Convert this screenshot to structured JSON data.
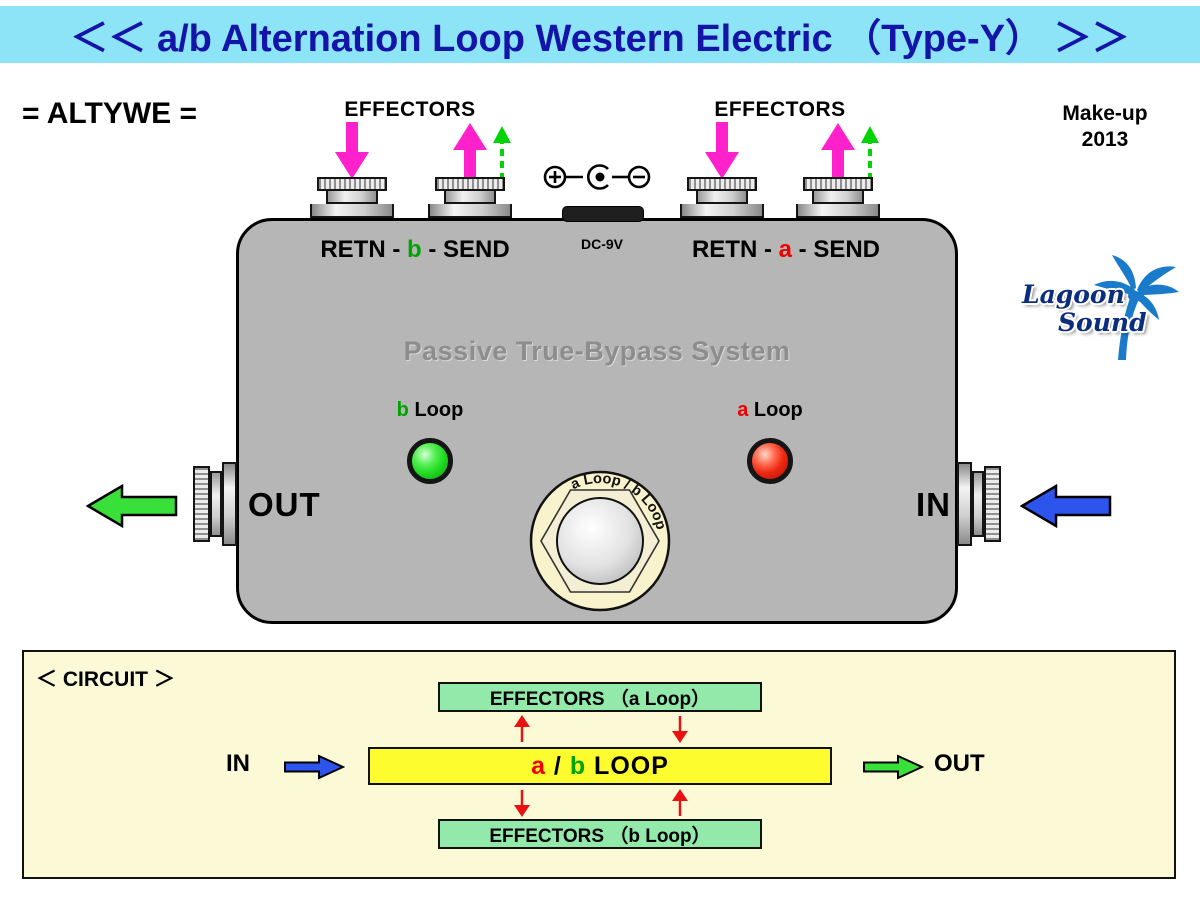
{
  "banner": {
    "title": "＜＜ a/b Alternation Loop Western Electric （Type-Y） ＞＞"
  },
  "header": {
    "model": "= ALTYWE =",
    "effectors_left": "EFFECTORS",
    "effectors_right": "EFFECTORS",
    "makeup_line1": "Make-up",
    "makeup_line2": "2013"
  },
  "pedal": {
    "dc_label": "DC-9V",
    "jack_left": {
      "pre": "RETN - ",
      "mid": "b",
      "post": " - SEND"
    },
    "jack_right": {
      "pre": "RETN - ",
      "mid": "a",
      "post": " - SEND"
    },
    "system_label": "Passive True-Bypass System",
    "led_b": {
      "letter": "b",
      "rest": " Loop"
    },
    "led_a": {
      "letter": "a",
      "rest": " Loop"
    },
    "footswitch_label": "a Loop / b Loop",
    "out_label": "OUT",
    "in_label": "IN"
  },
  "logo": {
    "line1": "Lagoon",
    "line2": "Sound"
  },
  "circuit": {
    "title": "＜ CIRCUIT ＞",
    "effectors_a": "EFFECTORS （a Loop）",
    "effectors_b": "EFFECTORS （b Loop）",
    "loop_box": {
      "a": "a",
      "slash": " / ",
      "b": "b",
      "loop": " LOOP"
    },
    "in_label": "IN",
    "out_label": "OUT"
  },
  "colors": {
    "banner_bg": "#8de4f7",
    "banner_text": "#1414a8",
    "magenta": "#ff22cc",
    "dash_green": "#00d400",
    "pedal_gray": "#b6b6b6",
    "led_green": "#22dd22",
    "led_red": "#ee2812",
    "arrow_out_green": "#3ae03a",
    "arrow_in_blue": "#2d55ee",
    "panel_bg": "#fcf9d7",
    "box_green": "#92e9aa",
    "box_yellow": "#fcfc2e",
    "circuit_red": "#e81212",
    "letter_green": "#00a400",
    "letter_red": "#ee0000",
    "system_gray": "#8d8d8d"
  }
}
